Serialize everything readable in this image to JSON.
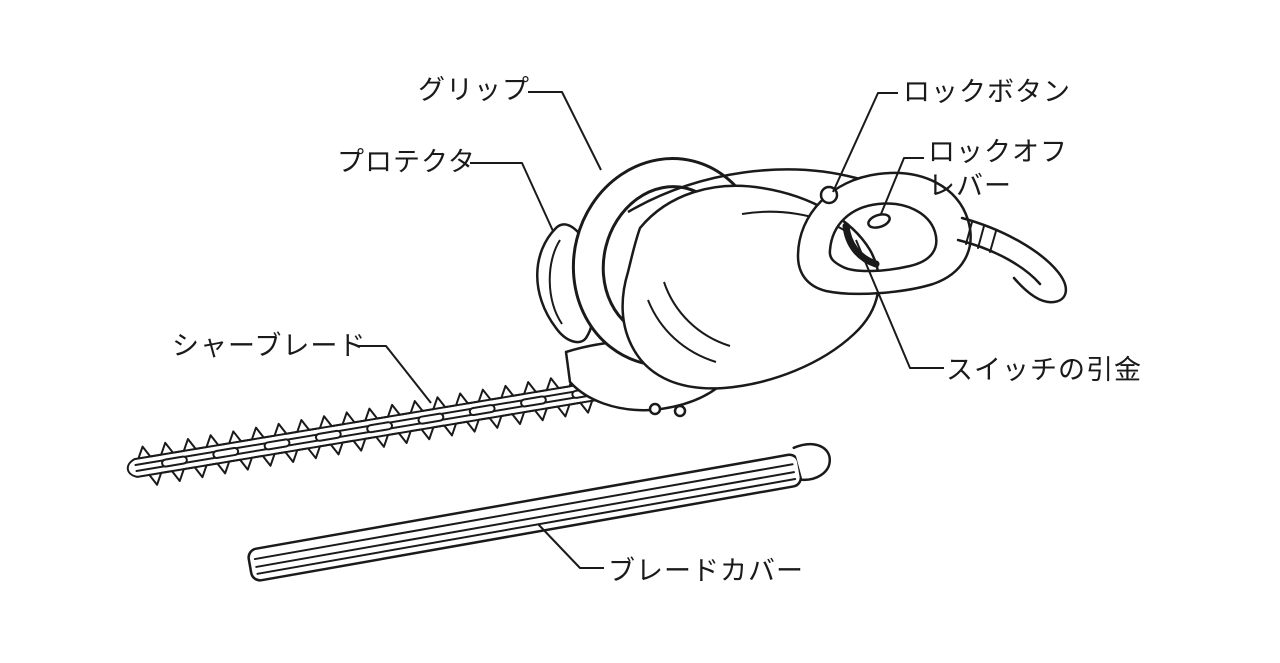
{
  "diagram": {
    "labels": {
      "grip": "グリップ",
      "lock_button": "ロックボタン",
      "lock_off_line1": "ロックオフ",
      "lock_off_line2": "レバー",
      "protector": "プロテクタ",
      "shear_blade": "シャーブレード",
      "switch_trigger": "スイッチの引金",
      "blade_cover": "ブレードカバー"
    },
    "colors": {
      "line": "#1a1a1a",
      "background": "#ffffff"
    }
  }
}
